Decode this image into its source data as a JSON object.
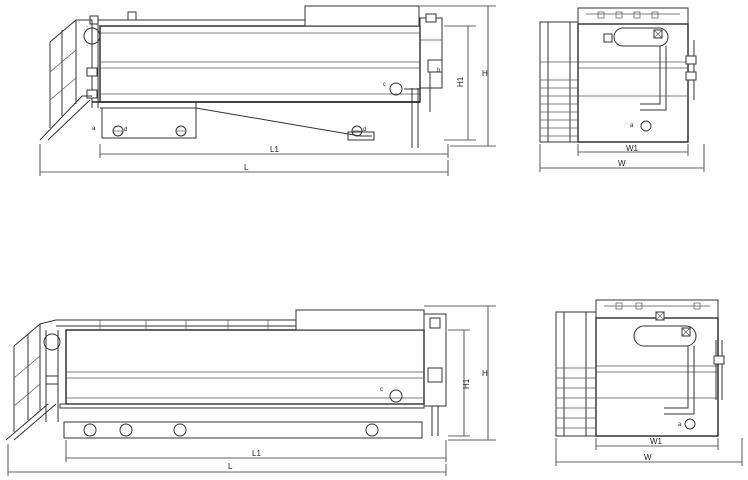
{
  "top_side_view": {
    "dim_H1": "H1",
    "dim_H": "H",
    "dim_L1": "L1",
    "dim_L": "L",
    "port_a": "a",
    "port_b": "b",
    "port_c": "c",
    "port_d1": "d",
    "port_d2": "d"
  },
  "top_end_view": {
    "dim_W1": "W1",
    "dim_W": "W",
    "port_a": "a"
  },
  "bottom_side_view": {
    "dim_H1": "H1",
    "dim_H": "H",
    "dim_L1": "L1",
    "dim_L": "L",
    "port_c": "c"
  },
  "bottom_end_view": {
    "dim_W1": "W1",
    "dim_W": "W",
    "port_a": "a"
  }
}
